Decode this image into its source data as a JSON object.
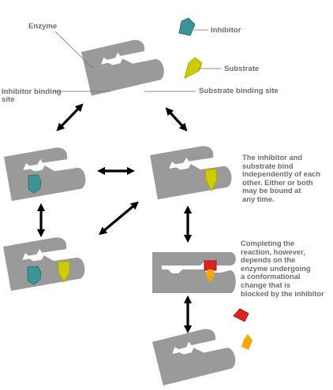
{
  "labels": {
    "enzyme": "Enzyme",
    "inhibitor": "Inhibitor",
    "substrate": "Substrate",
    "inhibitor_site_line1": "Inhibitor binding",
    "inhibitor_site_line2": "site",
    "substrate_site": "Substrate binding site"
  },
  "notes": {
    "independent": [
      "The inhibitor and",
      "substrate bind",
      "independently of each",
      "other.  Either or both",
      "may be bound at",
      "any time."
    ],
    "conformational": [
      "Completing the",
      "reaction, however,",
      "depends on the",
      "enzyme undergoing",
      "a conformational",
      "change that is",
      "blocked by the inhibitor"
    ]
  },
  "colors": {
    "enzyme": "#9a9a9a",
    "inhibitor": "#3d9494",
    "substrate": "#cccc00",
    "product_red": "#dd2222",
    "product_orange": "#f7a800",
    "text": "#6d6d6d",
    "arrow": "#000000"
  }
}
